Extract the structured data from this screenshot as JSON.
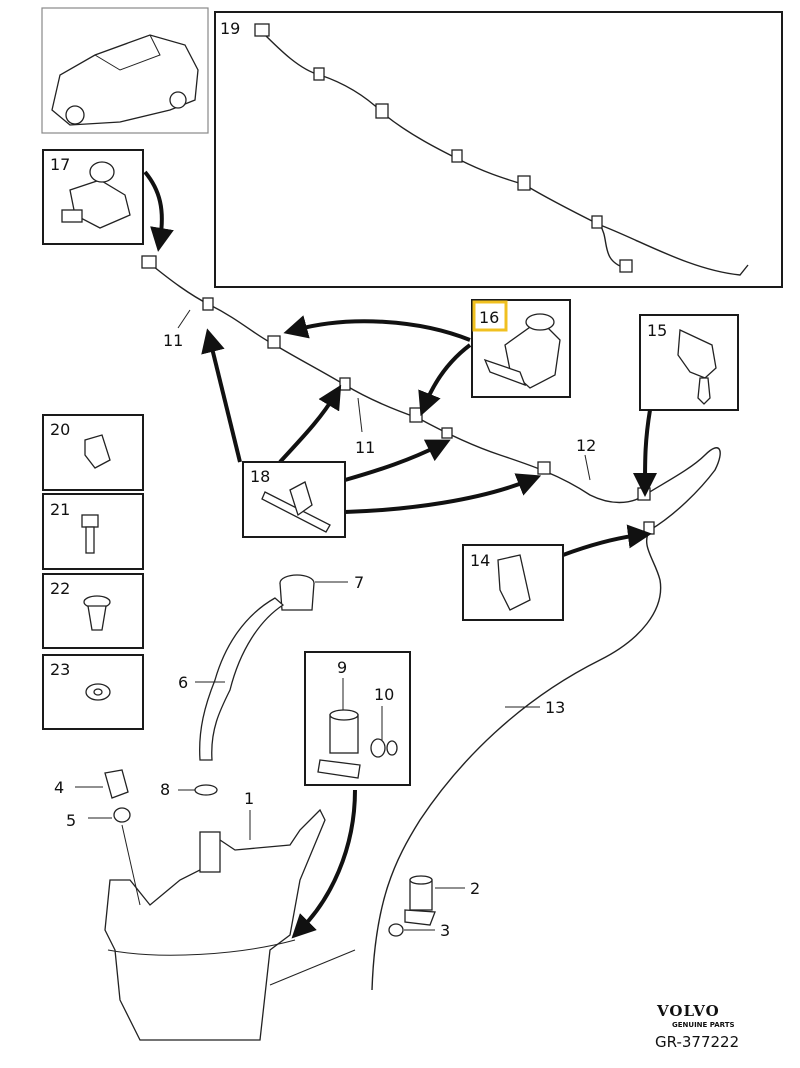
{
  "diagram": {
    "parts": [
      "1",
      "2",
      "3",
      "4",
      "5",
      "6",
      "7",
      "8",
      "9",
      "10",
      "11",
      "11",
      "12",
      "13",
      "14",
      "15",
      "16",
      "17",
      "18",
      "19",
      "20",
      "21",
      "22",
      "23"
    ],
    "highlighted_part": "16",
    "highlight_color": "#f0c020",
    "brand": {
      "logo": "VOLVO",
      "tagline": "GENUINE PARTS"
    },
    "reference": "GR-377222"
  }
}
